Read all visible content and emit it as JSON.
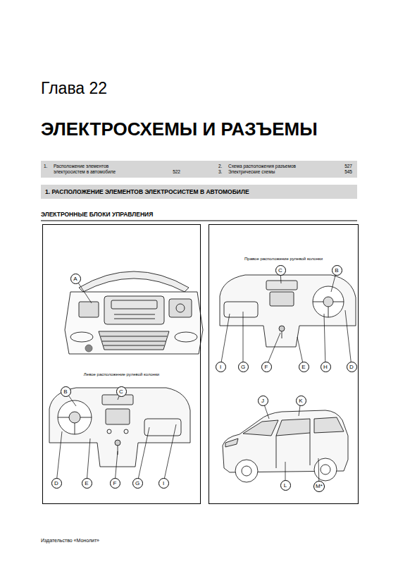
{
  "diagram": {
    "title": "ЭЛЕКТРОСХЕМЫ И РАЗЪЕМЫ",
    "nodes": [
      {
        "text": [
          "1.",
          "Расположение элементов электросистем в автомобиле",
          "522",
          "2.",
          "Схема расположения разъемов",
          "527",
          "3.",
          "Электрические схемы",
          "545"
        ]
      },
      {
        "text": [
          "1. РАСПОЛОЖЕНИЕ ЭЛЕМЕНТОВ ЭЛЕКТРОСИСТЕМ В АВТОМОБИЛЕ"
        ]
      },
      {
        "text": [
          "Левое расположение рулевой колонки"
        ]
      },
      {
        "text": [
          "A"
        ],
        "in": 2
      },
      {
        "text": [
          "B"
        ],
        "in": 2
      },
      {
        "text": [
          "C"
        ],
        "in": 2
      },
      {
        "text": [
          "D"
        ],
        "in": 2
      },
      {
        "text": [
          "E"
        ],
        "in": 2
      },
      {
        "text": [
          "F"
        ],
        "in": 2
      },
      {
        "text": [
          "G"
        ],
        "in": 2
      },
      {
        "text": [
          "I"
        ],
        "in": 2
      },
      {
        "text": [
          "Правое расположение рулевой колонки"
        ]
      },
      {
        "text": [
          "C"
        ],
        "in": 11
      },
      {
        "text": [
          "B"
        ],
        "in": 11
      },
      {
        "text": [
          "I"
        ],
        "in": 11
      },
      {
        "text": [
          "G"
        ],
        "in": 11
      },
      {
        "text": [
          "F"
        ],
        "in": 11
      },
      {
        "text": [
          "E"
        ],
        "in": 11
      },
      {
        "text": [
          "H"
        ],
        "in": 11
      },
      {
        "text": [
          "D"
        ],
        "in": 11
      },
      {
        "text": [
          "J"
        ],
        "in": 11
      },
      {
        "text": [
          "K"
        ],
        "in": 11
      },
      {
        "text": [
          "L"
        ],
        "in": 11
      },
      {
        "text": [
          "M*"
        ],
        "in": 11
      }
    ],
    "labels": [
      "Глава 22",
      "ЭЛЕКТРОННЫЕ БЛОКИ УПРАВЛЕНИЯ",
      "Издательство «Монолит»"
    ]
  }
}
